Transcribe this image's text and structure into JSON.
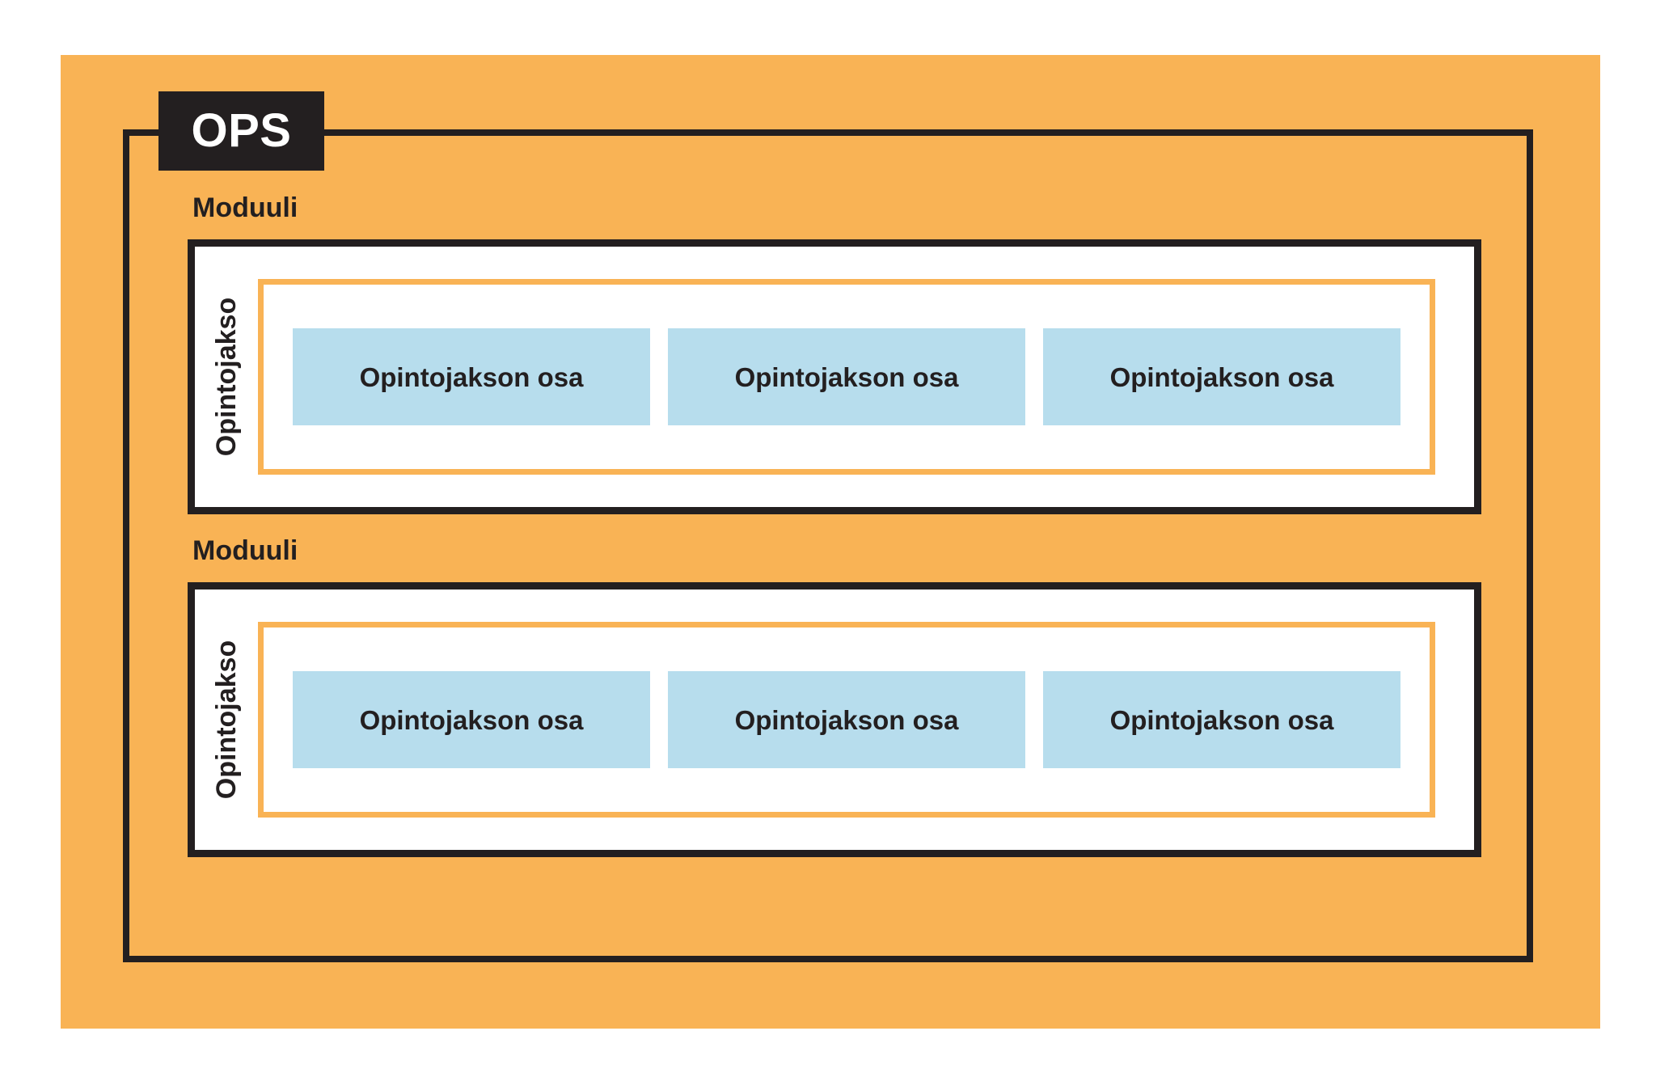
{
  "diagram": {
    "title": "OPS",
    "colors": {
      "panel_orange": "#f9b355",
      "frame_black": "#231f20",
      "part_blue": "#b7dded",
      "background_white": "#ffffff"
    },
    "root_label": "OPS",
    "modules": [
      {
        "label": "Moduuli",
        "course_label": "Opintojakso",
        "parts": [
          {
            "label": "Opintojakson osa"
          },
          {
            "label": "Opintojakson osa"
          },
          {
            "label": "Opintojakson osa"
          }
        ]
      },
      {
        "label": "Moduuli",
        "course_label": "Opintojakso",
        "parts": [
          {
            "label": "Opintojakson osa"
          },
          {
            "label": "Opintojakson osa"
          },
          {
            "label": "Opintojakson osa"
          }
        ]
      }
    ]
  }
}
